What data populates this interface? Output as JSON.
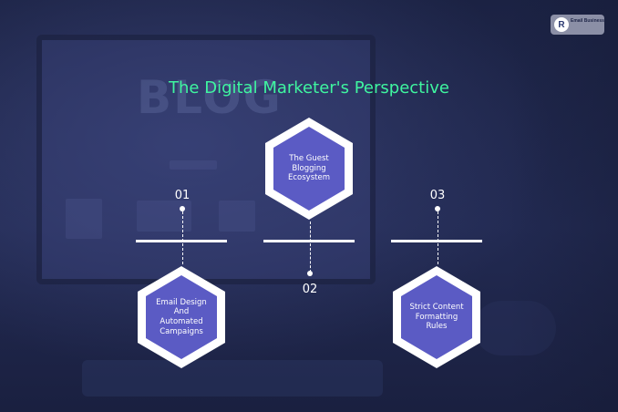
{
  "logo": {
    "mark": "R",
    "text": "Email Business"
  },
  "title": "The Digital Marketer's Perspective",
  "colors": {
    "title": "#3ff5a0",
    "hexagon_fill": "#5b5bc4",
    "hexagon_border": "#ffffff",
    "background": "#1e2547"
  },
  "steps": [
    {
      "number": "01",
      "label": "Email Design And Automated Campaigns"
    },
    {
      "number": "02",
      "label": "The Guest Blogging Ecosystem"
    },
    {
      "number": "03",
      "label": "Strict Content Formatting Rules"
    }
  ]
}
